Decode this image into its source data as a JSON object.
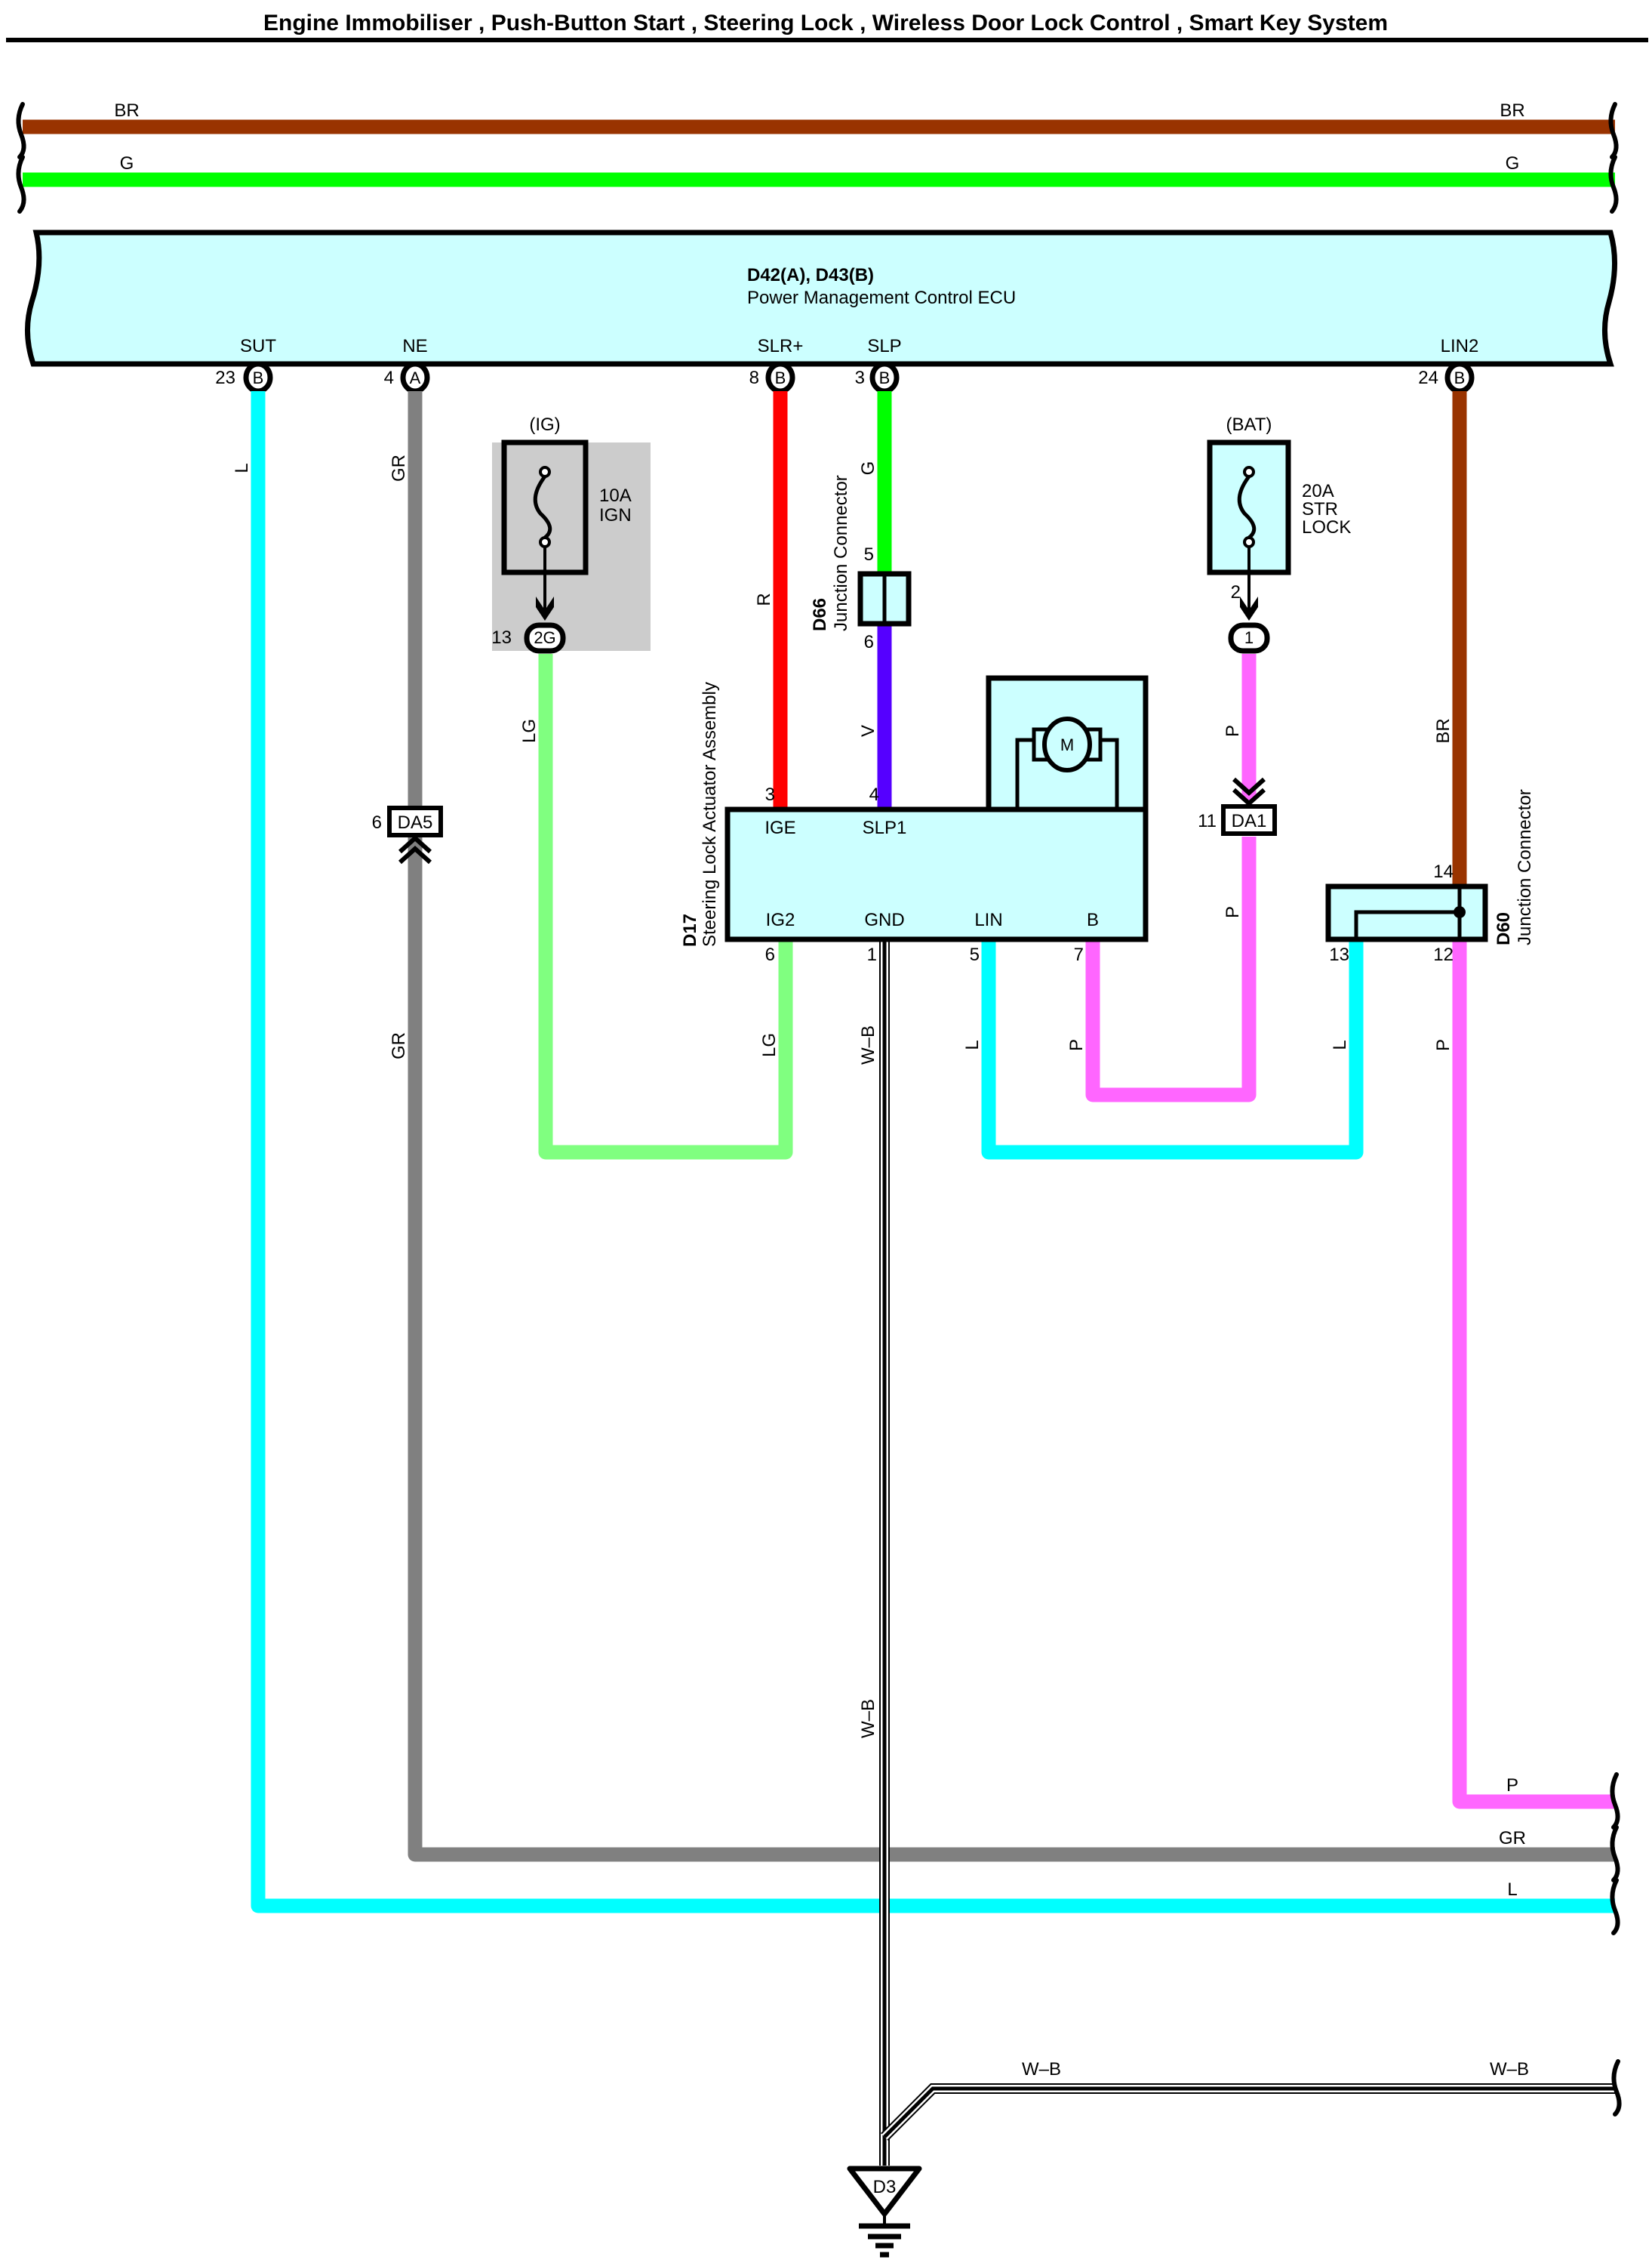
{
  "title": "Engine Immobiliser , Push-Button Start , Steering Lock , Wireless Door Lock Control , Smart Key System",
  "colors": {
    "BR": "#993300",
    "G": "#00ff00",
    "L": "#00ffff",
    "GR": "#808080",
    "R": "#ff0000",
    "V": "#5500ff",
    "LG": "#80ff80",
    "P": "#ff66ff",
    "component_fill": "#ccffff",
    "fuse_ig_background": "#cccccc"
  },
  "top_wires": [
    {
      "code": "BR",
      "label_left": "BR",
      "label_right": "BR"
    },
    {
      "code": "G",
      "label_left": "G",
      "label_right": "G"
    }
  ],
  "ecu": {
    "id": "D42(A), D43(B)",
    "name": "Power Management Control ECU",
    "pins": [
      {
        "name": "SUT",
        "number": "23",
        "connector": "B",
        "wire": "L"
      },
      {
        "name": "NE",
        "number": "4",
        "connector": "A",
        "wire": "GR"
      },
      {
        "name": "SLR+",
        "number": "8",
        "connector": "B",
        "wire": "R"
      },
      {
        "name": "SLP",
        "number": "3",
        "connector": "B",
        "wire": "G"
      },
      {
        "name": "LIN2",
        "number": "24",
        "connector": "B",
        "wire": "BR"
      }
    ]
  },
  "fuse_ig": {
    "source": "(IG)",
    "rating": "10A",
    "name": "IGN",
    "pin": "13",
    "connector": "2G"
  },
  "fuse_bat": {
    "source": "(BAT)",
    "rating": "20A",
    "name_line1": "STR",
    "name_line2": "LOCK",
    "pin": "2",
    "connector": "1"
  },
  "d66": {
    "id": "D66",
    "name": "Junction Connector",
    "pin_top": "5",
    "pin_bottom": "6"
  },
  "d17": {
    "id": "D17",
    "name": "Steering Lock Actuator Assembly",
    "motor_label": "M",
    "pins_top": [
      {
        "name": "IGE",
        "number": "3",
        "wire": "R"
      },
      {
        "name": "SLP1",
        "number": "4",
        "wire": "V"
      }
    ],
    "pins_bottom": [
      {
        "name": "IG2",
        "number": "6",
        "wire": "LG"
      },
      {
        "name": "GND",
        "number": "1",
        "wire": "W-B"
      },
      {
        "name": "LIN",
        "number": "5",
        "wire": "L"
      },
      {
        "name": "B",
        "number": "7",
        "wire": "P"
      }
    ]
  },
  "da5": {
    "label": "DA5",
    "pin": "6"
  },
  "da1": {
    "label": "DA1",
    "pin": "11"
  },
  "d60": {
    "id": "D60",
    "name": "Junction Connector",
    "pin_top": "14",
    "pin_bottom_left": "13",
    "pin_bottom_right": "12"
  },
  "wire_labels": {
    "l": "L",
    "gr": "GR",
    "lg": "LG",
    "r": "R",
    "g": "G",
    "v": "V",
    "p": "P",
    "br": "BR",
    "wb": "W–B"
  },
  "bottom_wires": [
    {
      "code": "P",
      "label": "P"
    },
    {
      "code": "GR",
      "label": "GR"
    },
    {
      "code": "L",
      "label": "L"
    },
    {
      "code": "W-B",
      "label_left": "W–B",
      "label_right": "W–B"
    }
  ],
  "ground": {
    "id": "D3"
  }
}
